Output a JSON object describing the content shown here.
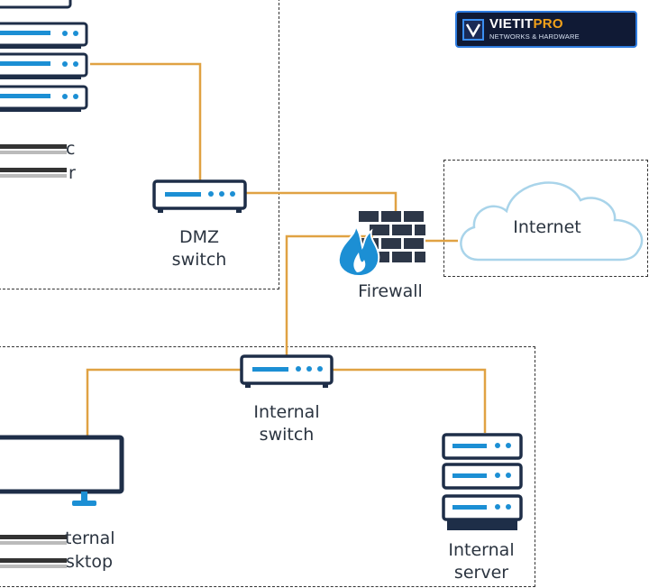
{
  "logo": {
    "brand_main": "VIETIT",
    "brand_accent": "PRO",
    "tagline": "NETWORKS & HARDWARE",
    "accent_color": "#f3a21a"
  },
  "nodes": {
    "dmz_switch": {
      "label": "DMZ\nswitch",
      "icon": "switch-icon"
    },
    "firewall": {
      "label": "Firewall",
      "icon": "firewall-icon"
    },
    "internet": {
      "label": "Internet",
      "icon": "cloud-icon"
    },
    "internal_switch": {
      "label": "Internal\nswitch",
      "icon": "switch-icon"
    },
    "internal_server": {
      "label": "Internal\nserver",
      "icon": "server-icon"
    },
    "internal_desktop": {
      "label_line1": "ternal",
      "label_line2": "sktop",
      "icon": "monitor-icon"
    },
    "dmz_server": {
      "label_line1": "c",
      "label_line2": "r",
      "icon": "server-icon"
    }
  },
  "colors": {
    "link": "#e0a243",
    "device_outline": "#1e2e48",
    "device_accent": "#1c8fd4",
    "cloud_outline": "#a9d4ea",
    "flame": "#1c8fd4",
    "brick": "#2d3748"
  }
}
